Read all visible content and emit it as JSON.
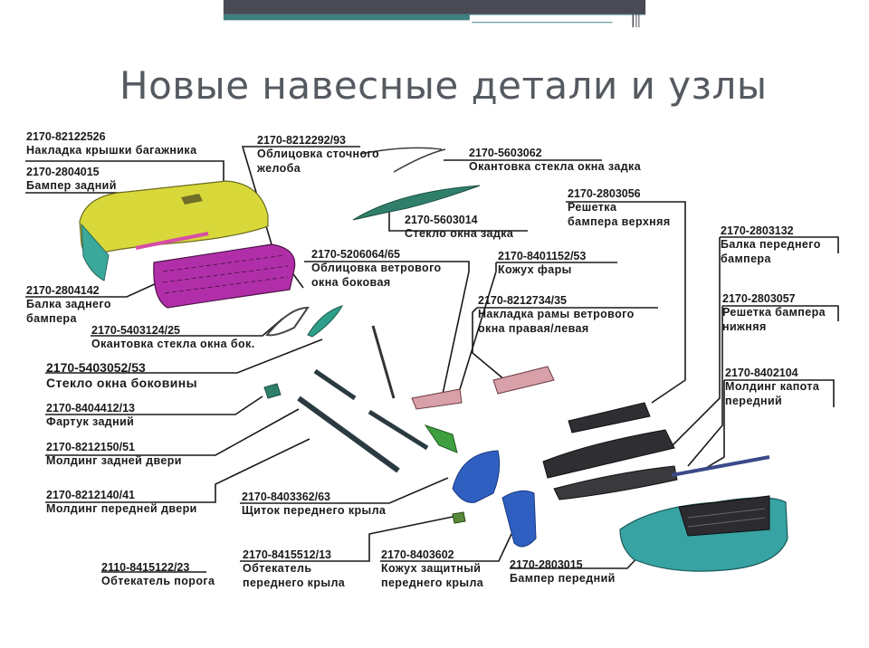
{
  "slide": {
    "title": "Новые навесные детали и узлы",
    "colors": {
      "title": "#555a60",
      "topbar_dark": "#4a4a55",
      "topbar_teal": "#3f7f80",
      "leader_line": "#1a1a1a",
      "bumper_rear": "#d8d83a",
      "rear_beam": "#b02fa8",
      "glass": "#2f7f6a",
      "bumper_front": "#37a3a3",
      "liner": "#2f5fc0",
      "trim_pink": "#d8a0a8"
    }
  },
  "labels": [
    {
      "id": "l1",
      "code": "2170-82122526",
      "name": [
        "Накладка крышки багажника"
      ]
    },
    {
      "id": "l2",
      "code": "2170-2804015",
      "name": [
        "Бампер задний"
      ]
    },
    {
      "id": "l3",
      "code": "2170-8212292/93",
      "name": [
        "Облицовка сточного",
        "желоба"
      ]
    },
    {
      "id": "l4",
      "code": "2170-5603062",
      "name": [
        "Окантовка стекла окна задка"
      ]
    },
    {
      "id": "l5",
      "code": "2170-5603014",
      "name": [
        "Стекло окна задка"
      ]
    },
    {
      "id": "l6",
      "code": "2170-2803056",
      "name": [
        "Решетка",
        "бампера верхняя"
      ]
    },
    {
      "id": "l7",
      "code": "2170-2803132",
      "name": [
        "Балка переднего",
        "бампера"
      ]
    },
    {
      "id": "l8",
      "code": "2170-5206064/65",
      "name": [
        "Облицовка ветрового",
        "окна боковая"
      ]
    },
    {
      "id": "l9",
      "code": "2170-8401152/53",
      "name": [
        "Кожух фары"
      ]
    },
    {
      "id": "l10",
      "code": "2170-2804142",
      "name": [
        "Балка заднего",
        "бампера"
      ]
    },
    {
      "id": "l11",
      "code": "2170-8212734/35",
      "name": [
        "Накладка рамы ветрового",
        "окна правая/левая"
      ]
    },
    {
      "id": "l12",
      "code": "2170-2803057",
      "name": [
        "Решетка бампера",
        "нижняя"
      ]
    },
    {
      "id": "l13",
      "code": "2170-5403124/25",
      "name": [
        "Окантовка стекла окна бок."
      ]
    },
    {
      "id": "l14",
      "code": "2170-5403052/53",
      "name": [
        "Стекло окна боковины"
      ]
    },
    {
      "id": "l15",
      "code": "2170-8402104",
      "name": [
        "Молдинг капота",
        "передний"
      ]
    },
    {
      "id": "l16",
      "code": "2170-8404412/13",
      "name": [
        "Фартук задний"
      ]
    },
    {
      "id": "l17",
      "code": "2170-8212150/51",
      "name": [
        "Молдинг задней двери"
      ]
    },
    {
      "id": "l18",
      "code": "2170-8212140/41",
      "name": [
        "Молдинг передней двери"
      ]
    },
    {
      "id": "l19",
      "code": "2170-8403362/63",
      "name": [
        "Щиток переднего крыла"
      ]
    },
    {
      "id": "l20",
      "code": "2170-8415512/13",
      "name": [
        "Обтекатель",
        "переднего крыла"
      ]
    },
    {
      "id": "l21",
      "code": "2170-8403602",
      "name": [
        "Кожух защитный",
        "переднего крыла"
      ]
    },
    {
      "id": "l22",
      "code": "2110-8415122/23",
      "name": [
        "Обтекатель порога"
      ]
    },
    {
      "id": "l23",
      "code": "2170-2803015",
      "name": [
        "Бампер передний"
      ]
    }
  ]
}
